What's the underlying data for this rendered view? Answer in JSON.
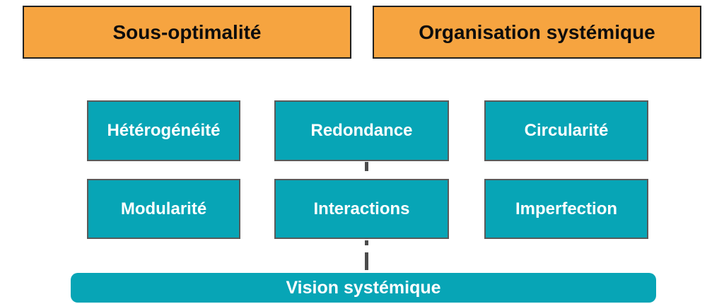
{
  "diagram": {
    "header_boxes": [
      {
        "label": "Sous-optimalité"
      },
      {
        "label": "Organisation systémique"
      }
    ],
    "concept_boxes": [
      {
        "label": "Hétérogénéité"
      },
      {
        "label": "Redondance"
      },
      {
        "label": "Circularité"
      },
      {
        "label": "Modularité"
      },
      {
        "label": "Interactions"
      },
      {
        "label": "Imperfection"
      }
    ],
    "footer_box": {
      "label": "Vision systémique"
    },
    "connectors": [
      {
        "from": "Redondance",
        "to": "Interactions",
        "style": "dashed"
      },
      {
        "from": "Interactions",
        "to": "Vision systémique",
        "style": "dashed"
      }
    ],
    "colors": {
      "background": "#FFFFFF",
      "header_fill": "#F6A440",
      "header_border": "#202020",
      "header_text": "#0D0D0D",
      "concept_fill": "#07A5B6",
      "concept_border": "#5A5A5A",
      "concept_text": "#FFFFFF",
      "footer_fill": "#07A5B6",
      "footer_text": "#FFFFFF",
      "connector": "#4C4C4C"
    }
  }
}
